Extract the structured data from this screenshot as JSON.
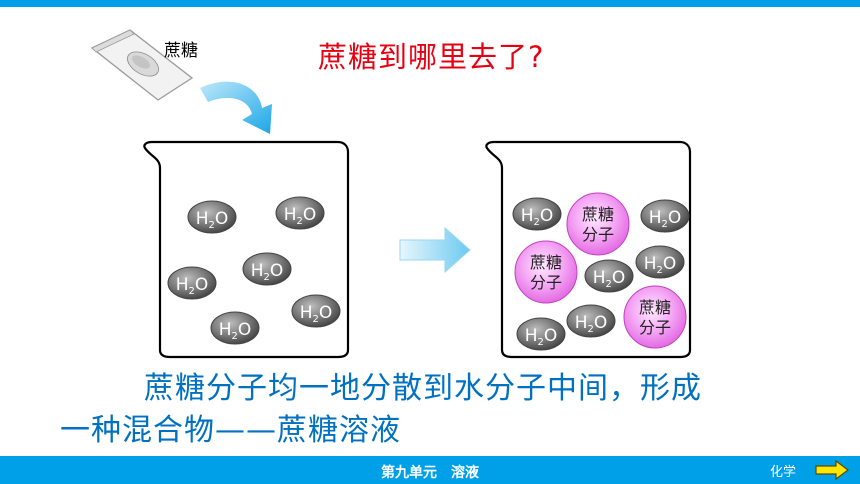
{
  "header": {
    "sugar_label": "蔗糖",
    "question": "蔗糖到哪里去了?"
  },
  "beaker_left": {
    "molecule_label": "H2O",
    "molecules": [
      "H2O",
      "H2O",
      "H2O",
      "H2O",
      "H2O",
      "H2O"
    ]
  },
  "beaker_right": {
    "water_label": "H2O",
    "sugar_line1": "蔗糖",
    "sugar_line2": "分子"
  },
  "caption": {
    "line1": "蔗糖分子均一地分散到水分子中间，形成",
    "line2": "一种混合物——蔗糖溶液"
  },
  "footer": {
    "unit": "第九单元",
    "topic": "溶液",
    "subject": "化学"
  },
  "colors": {
    "bar": "#00a0e9",
    "question": "#e60012",
    "caption": "#0070c0",
    "water_molecule": "#6d6d6d",
    "sugar_molecule": "#f08cf0",
    "next_arrow": "#ffe600"
  },
  "icons": {
    "sugar_packet": "sugar-packet-icon",
    "pour_arrow": "curved-arrow-icon",
    "transition_arrow": "right-arrow-icon",
    "next": "next-arrow-icon"
  }
}
